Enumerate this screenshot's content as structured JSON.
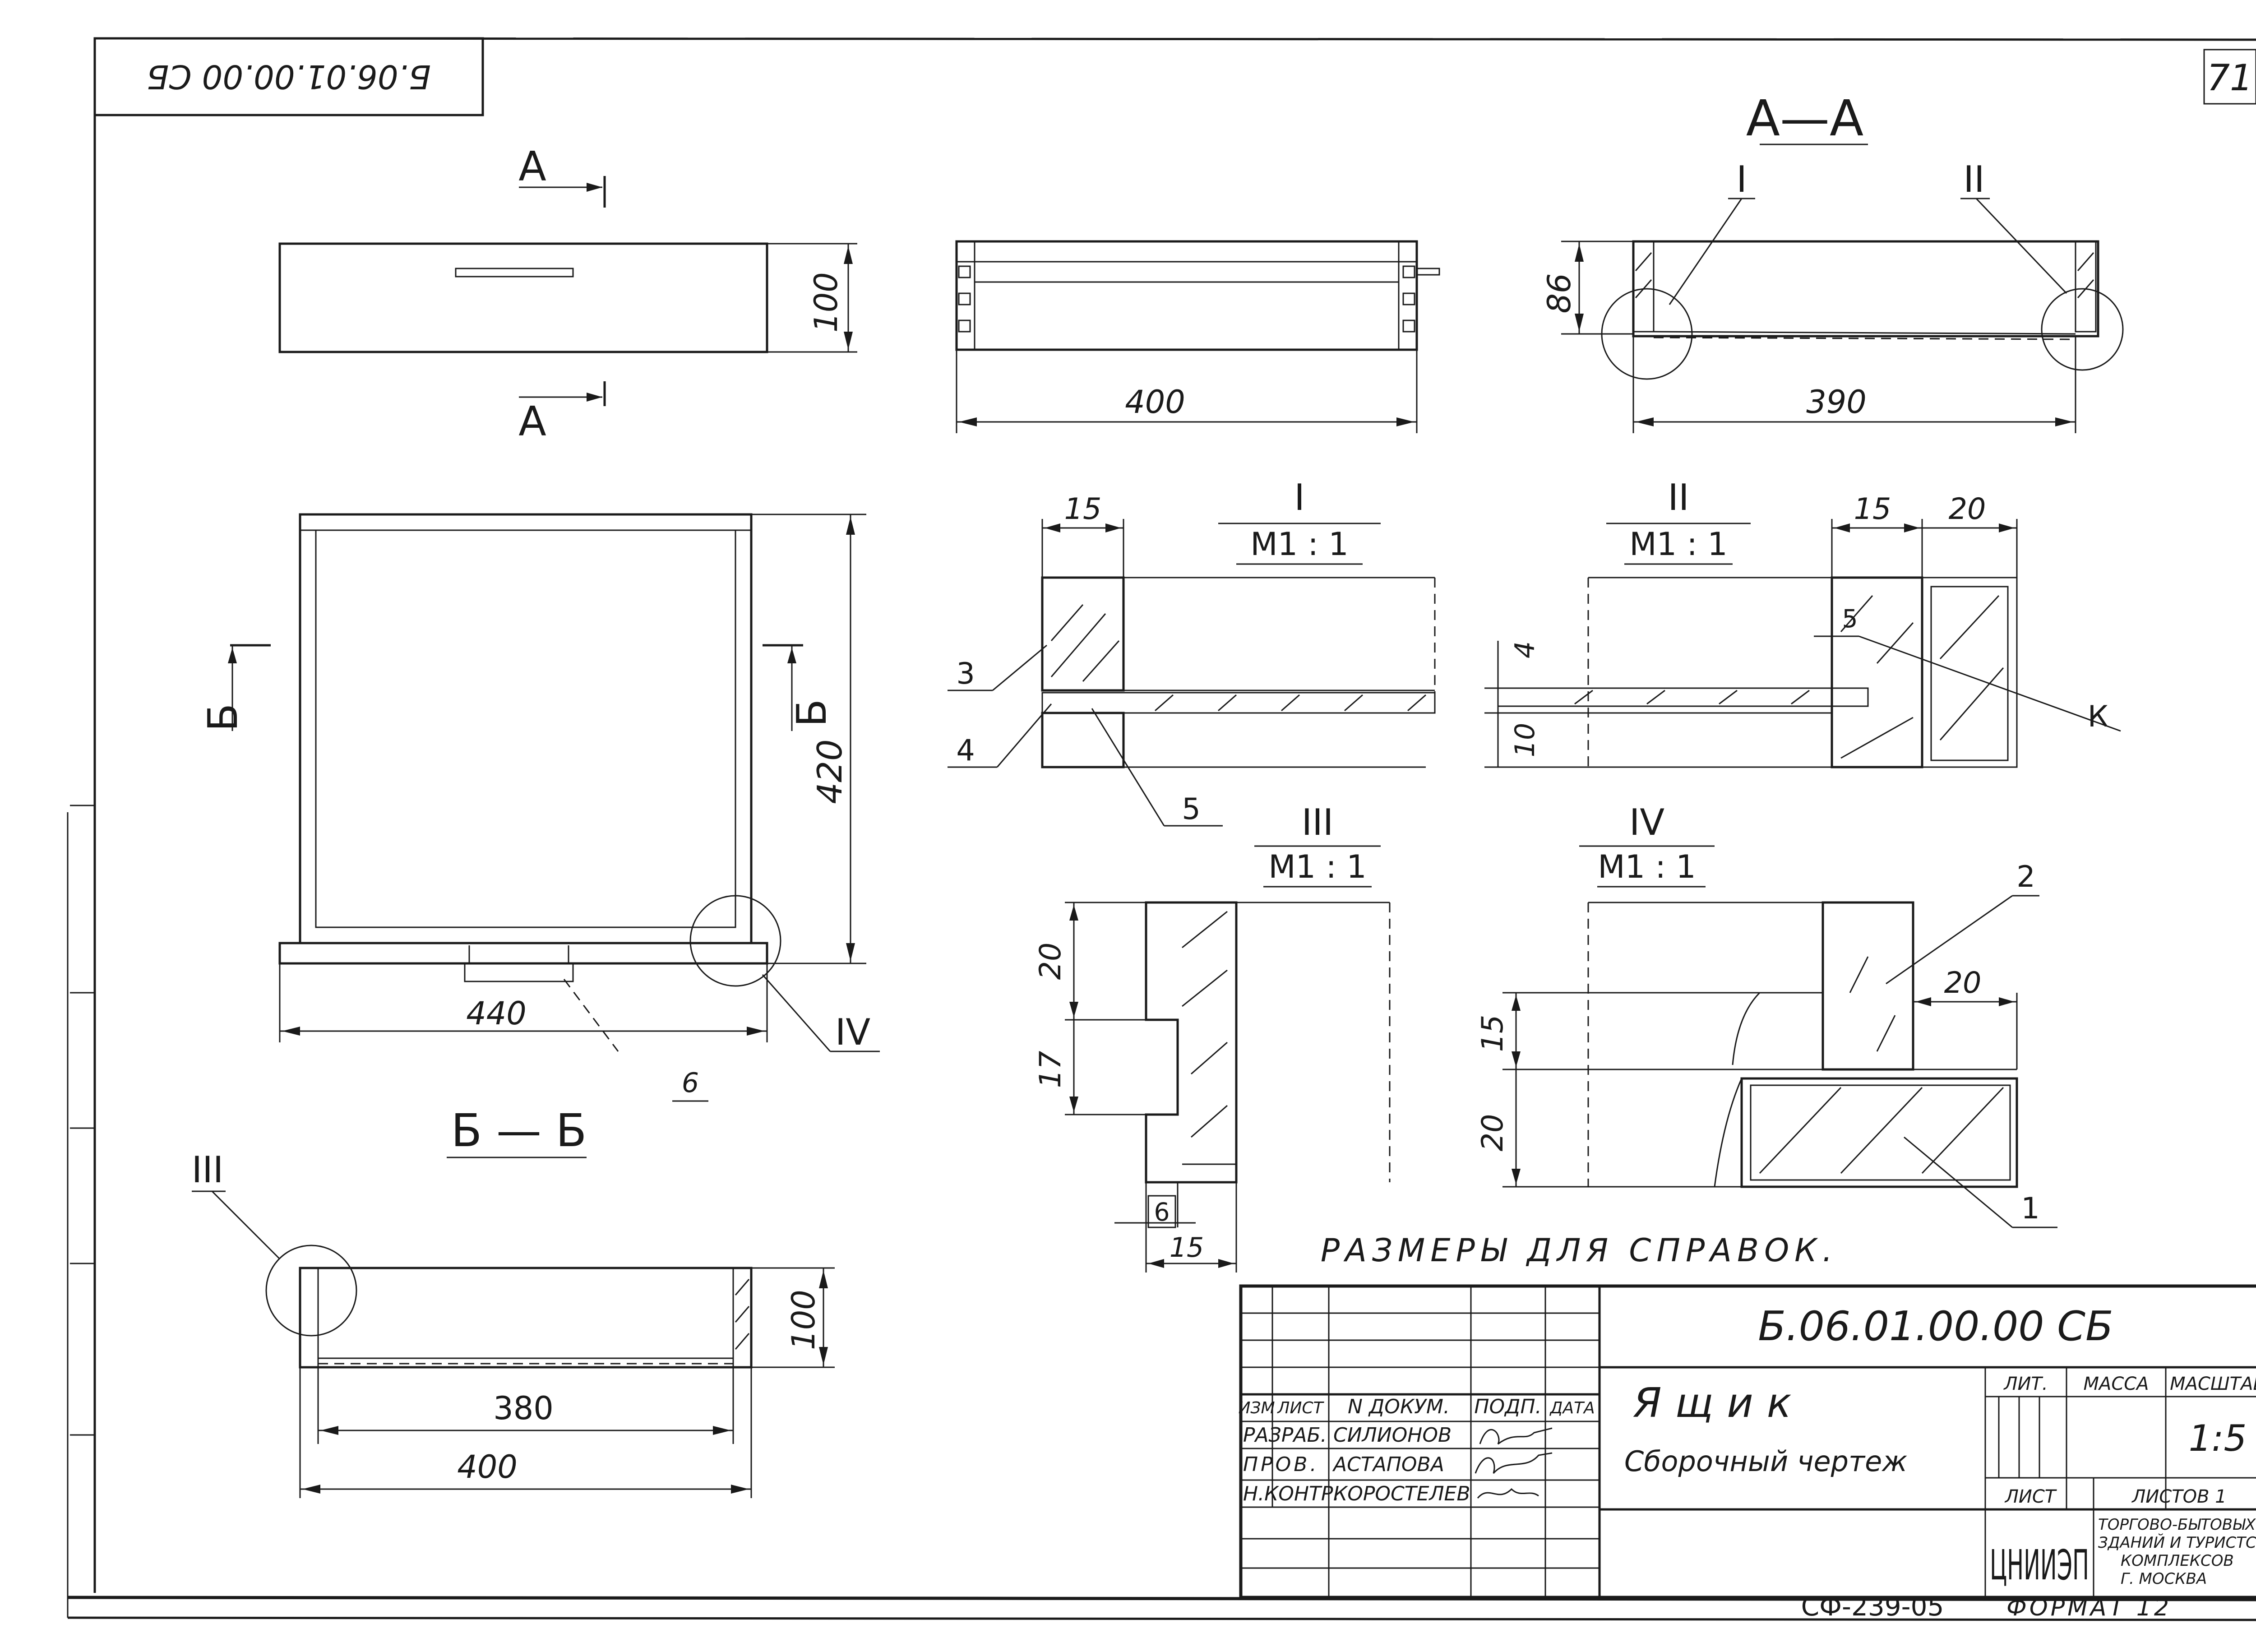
{
  "sheet": {
    "corner_code": "Б.06.01.00.00 СБ",
    "sheet_number": "71",
    "footer": "СФ-239-05",
    "format": "ФОРМАТ 12"
  },
  "views": {
    "section_aa_title": "А—А",
    "section_bb_title": "Б — Б",
    "cut_a": "А",
    "cut_b": "Б",
    "detail_1": {
      "roman": "I",
      "scale": "М1 : 1"
    },
    "detail_2": {
      "roman": "II",
      "scale": "М1 : 1"
    },
    "detail_3": {
      "roman": "III",
      "scale": "М1 : 1"
    },
    "detail_4": {
      "roman": "IV",
      "scale": "М1 : 1"
    },
    "plan_note": "6"
  },
  "dimensions": {
    "front_height": "100",
    "side_length": "400",
    "aa_height": "86",
    "aa_width": "390",
    "plan_depth": "420",
    "plan_width": "440",
    "bb_height": "100",
    "bb_inner": "380",
    "bb_outer": "400",
    "d1_wall": "15",
    "d2_wall": "15",
    "d2_front": "20",
    "d2_bottom_t": "4",
    "d2_bottom_h": "10",
    "d2_gap": "5",
    "d3_top": "20",
    "d3_groove": "17",
    "d3_step": "6",
    "d3_wall": "15",
    "d4_top": "15",
    "d4_bottom": "20",
    "d4_front": "20"
  },
  "callouts": [
    "1",
    "2",
    "3",
    "4",
    "5",
    "К"
  ],
  "reference_note": "РАЗМЕРЫ ДЛЯ СПРАВОК.",
  "title_block": {
    "designation": "Б.06.01.00.00 СБ",
    "name": "Ящик",
    "doc_type": "Сборочный чертеж",
    "col_change": "ИЗМ",
    "col_sheet": "ЛИСТ",
    "col_doc": "N ДОКУМ.",
    "col_sign": "ПОДП.",
    "col_date": "ДАТА",
    "row_dev": "РАЗРАБ.",
    "row_check": "ПРОВ.",
    "row_norm": "Н.КОНТР.",
    "dev_name": "СИЛИОНОВ",
    "check_name": "АСТАПОВА",
    "norm_name": "КОРОСТЕЛЕВ",
    "lit_label": "ЛИТ.",
    "mass_label": "МАССА",
    "scale_label": "МАСШТАБ",
    "scale_value": "1:5",
    "sheet_label": "ЛИСТ",
    "sheets_label": "ЛИСТОВ 1",
    "org_logo": "ЦНИИЭП",
    "org_text_1": "ТОРГОВО-БЫТОВЫХ",
    "org_text_2": "ЗДАНИЙ И ТУРИСТСКИХ",
    "org_text_3": "КОМПЛЕКСОВ",
    "org_text_4": "Г. МОСКВА"
  }
}
